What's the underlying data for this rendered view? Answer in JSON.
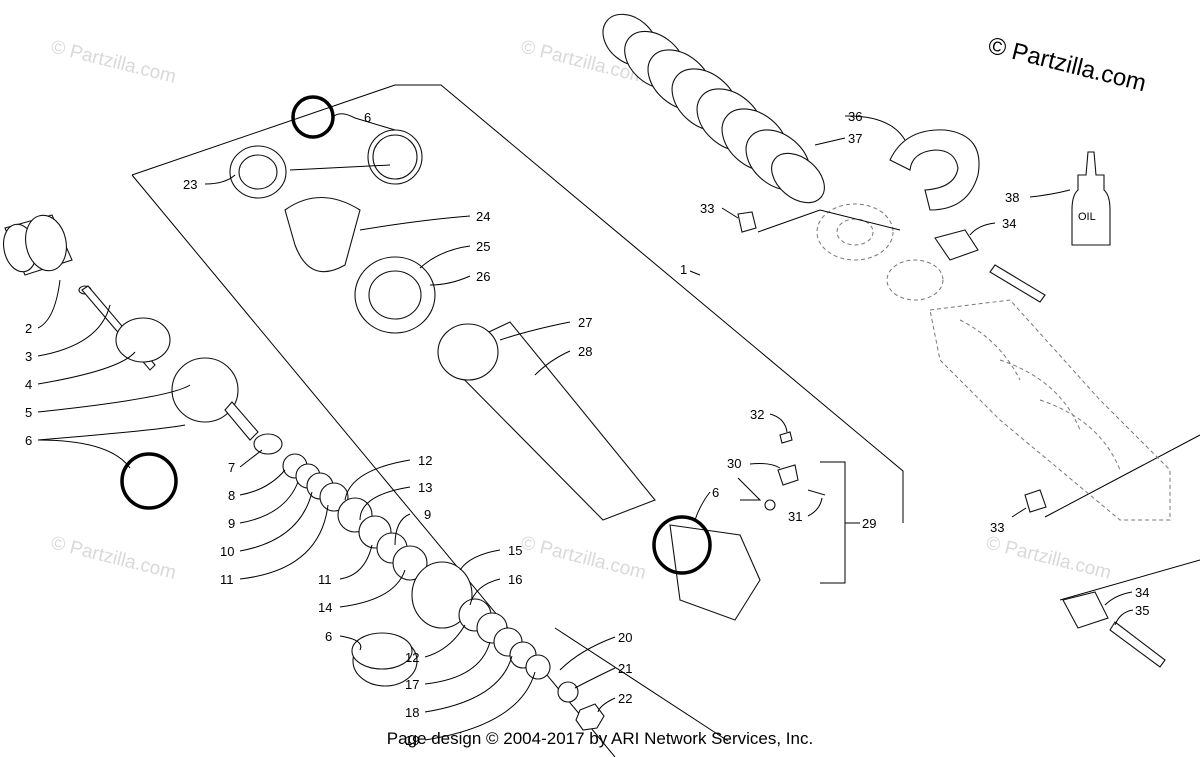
{
  "brand_watermark": "© Partzilla.com",
  "repeated_watermark": "© Partzilla.com",
  "footer_copyright": "Page design © 2004-2017 by ARI Network Services, Inc.",
  "oil_label": "OIL",
  "callouts": [
    "1",
    "2",
    "3",
    "4",
    "5",
    "6",
    "7",
    "8",
    "9",
    "10",
    "11",
    "12",
    "13",
    "14",
    "15",
    "16",
    "17",
    "18",
    "19",
    "20",
    "21",
    "22",
    "23",
    "24",
    "25",
    "26",
    "27",
    "28",
    "29",
    "30",
    "31",
    "32",
    "33",
    "34",
    "35",
    "36",
    "37",
    "38"
  ],
  "colors": {
    "background": "#ffffff",
    "line": "#000000",
    "watermark": "#d9d9d9"
  }
}
